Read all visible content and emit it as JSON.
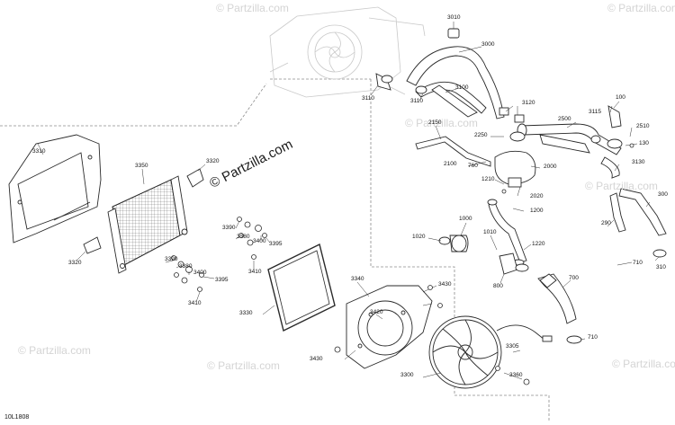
{
  "watermark_main": "© Partzilla.com",
  "watermark_faint": "© Partzilla.com",
  "diagram_code": "10L1808",
  "labels": {
    "p3010": "3010",
    "p3000": "3000",
    "p3110a": "3110",
    "p3110b": "3110",
    "p3100": "3100",
    "p3120": "3120",
    "p3115": "3115",
    "p100": "100",
    "p2500": "2500",
    "p2510": "2510",
    "p130": "130",
    "p2150": "2150",
    "p2250": "2250",
    "p2100": "2100",
    "p760": "760",
    "p2000": "2000",
    "p3130": "3130",
    "p300": "300",
    "p290": "290",
    "p310": "310",
    "p1210": "1210",
    "p2020": "2020",
    "p1200": "1200",
    "p1000": "1000",
    "p1020": "1020",
    "p1010": "1010",
    "p1220": "1220",
    "p710a": "710",
    "p800": "800",
    "p700": "700",
    "p710b": "710",
    "p3310": "3310",
    "p3350": "3350",
    "p3320a": "3320",
    "p3320b": "3320",
    "p3390a": "3390",
    "p3380a": "3380",
    "p3400a": "3400",
    "p3395a": "3395",
    "p3410a": "3410",
    "p3390b": "3390",
    "p3380b": "3380",
    "p3400b": "3400",
    "p3395b": "3395",
    "p3410b": "3410",
    "p3330": "3330",
    "p3340": "3340",
    "p3430a": "3430",
    "p3420": "3420",
    "p3430b": "3430",
    "p3305": "3305",
    "p3300": "3300",
    "p3360": "3360"
  },
  "colors": {
    "line": "#2a2a2a",
    "ghost": "#c9c9c9",
    "dash": "#8c8c8c",
    "watermark": "#d4d4d4"
  }
}
